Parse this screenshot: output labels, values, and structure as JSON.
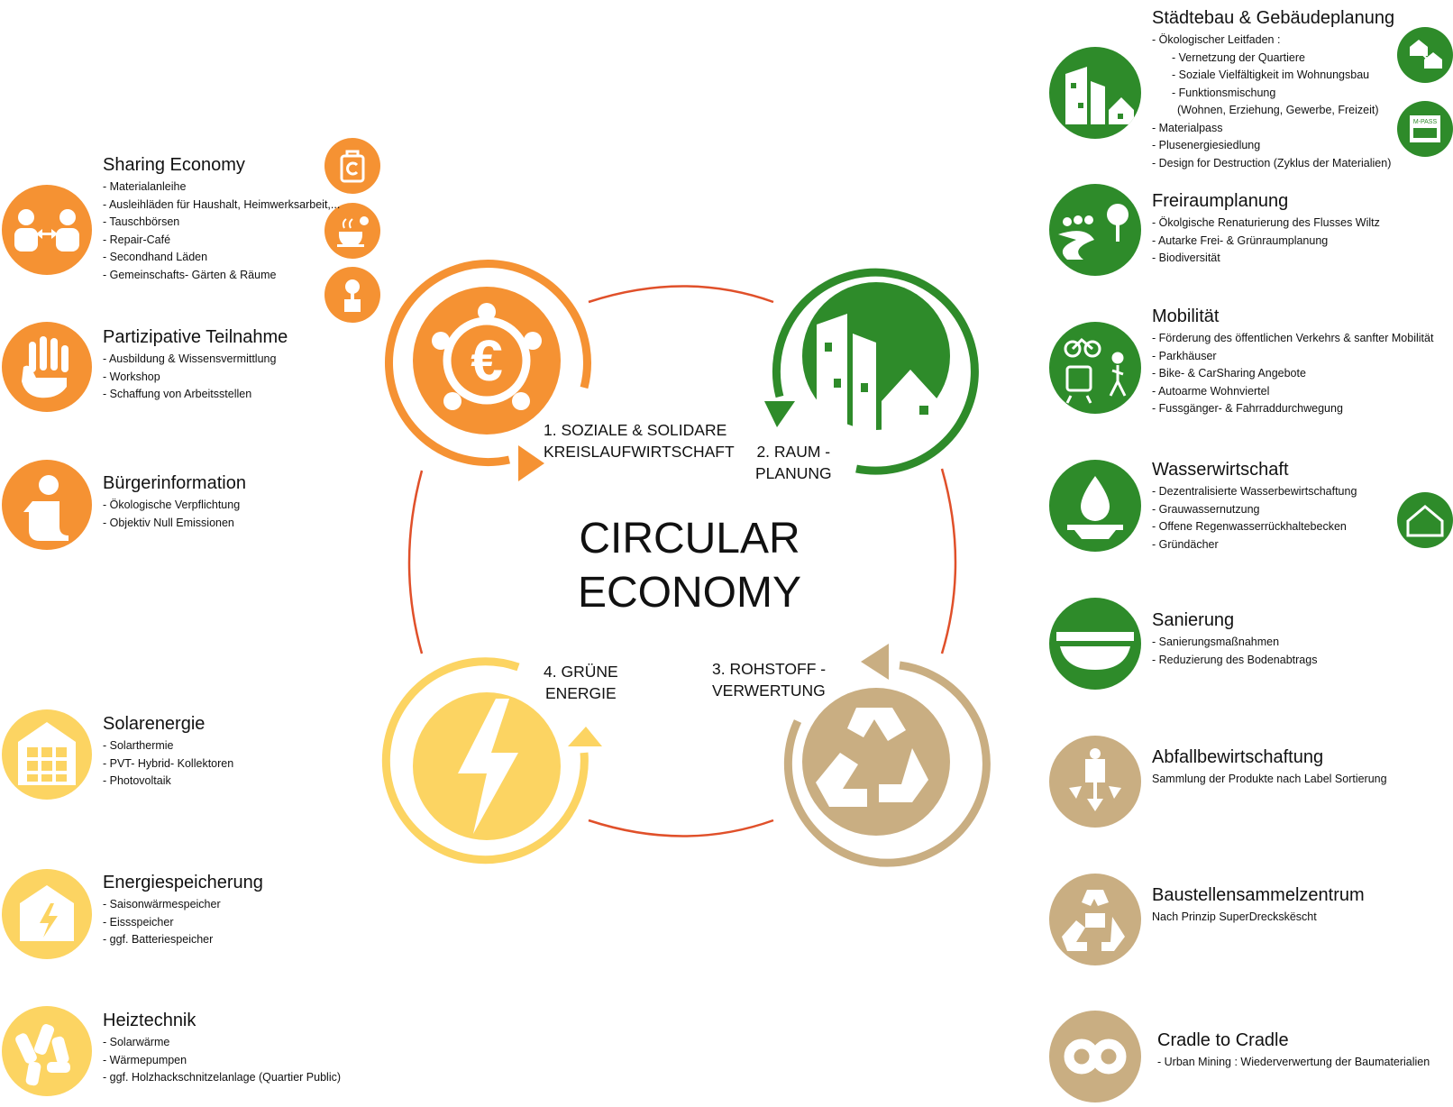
{
  "center": {
    "line1": "CIRCULAR",
    "line2": "ECONOMY"
  },
  "colors": {
    "orange": "#f59233",
    "green": "#2e8b2a",
    "yellow": "#fcd462",
    "tan": "#c9ae82",
    "connector": "#e0502a"
  },
  "stages": {
    "s1": {
      "line1": "1. SOZIALE & SOLIDARE",
      "line2": "KREISLAUFWIRTSCHAFT",
      "icon": "euro-network-icon"
    },
    "s2": {
      "line1": "2. RAUM -",
      "line2": "PLANUNG",
      "icon": "buildings-icon"
    },
    "s3": {
      "line1": "3. ROHSTOFF -",
      "line2": "VERWERTUNG",
      "icon": "recycle-icon"
    },
    "s4": {
      "line1": "4. GRÜNE",
      "line2": "ENERGIE",
      "icon": "lightning-icon"
    }
  },
  "left": {
    "sharing": {
      "title": "Sharing Economy",
      "items": [
        "- Materialanleihe",
        "- Ausleihläden für Haushalt, Heimwerksarbeit,...",
        "- Tauschbörsen",
        "- Repair-Café",
        "- Secondhand Läden",
        "- Gemeinschafts- Gärten & Räume"
      ]
    },
    "partizipativ": {
      "title": "Partizipative Teilnahme",
      "items": [
        "- Ausbildung & Wissensvermittlung",
        "- Workshop",
        "- Schaffung von Arbeitsstellen"
      ]
    },
    "buerger": {
      "title": "Bürgerinformation",
      "items": [
        "- Ökologische Verpflichtung",
        "- Objektiv Null Emissionen"
      ]
    },
    "solar": {
      "title": "Solarenergie",
      "items": [
        "- Solarthermie",
        "- PVT- Hybrid- Kollektoren",
        "- Photovoltaik"
      ]
    },
    "speicher": {
      "title": "Energiespeicherung",
      "items": [
        "- Saisonwärmespeicher",
        "- Eissspeicher",
        "- ggf. Batteriespeicher"
      ]
    },
    "heiz": {
      "title": "Heiztechnik",
      "items": [
        "- Solarwärme",
        "- Wärmepumpen",
        "- ggf. Holzhackschnitzelanlage (Quartier Public)"
      ]
    }
  },
  "right": {
    "staedtebau": {
      "title": "Städtebau & Gebäudeplanung",
      "lead": "- Ökologischer Leitfaden :",
      "subs": [
        "- Vernetzung der Quartiere",
        "- Soziale Vielfältigkeit im Wohnungsbau",
        "- Funktionsmischung"
      ],
      "subsub": "(Wohnen, Erziehung, Gewerbe, Freizeit)",
      "items": [
        "- Materialpass",
        "- Plusenergiesiedlung",
        "- Design for Destruction (Zyklus der Materialien)"
      ],
      "badge": "M-PASS"
    },
    "freiraum": {
      "title": "Freiraumplanung",
      "items": [
        "- Ökolgische Renaturierung des Flusses Wiltz",
        "- Autarke Frei- & Grünraumplanung",
        "- Biodiversität"
      ]
    },
    "mobil": {
      "title": "Mobilität",
      "items": [
        "- Förderung des öffentlichen Verkehrs & sanfter Mobilität",
        "- Parkhäuser",
        "- Bike- & CarSharing Angebote",
        "- Autoarme Wohnviertel",
        "- Fussgänger- & Fahrraddurchwegung"
      ]
    },
    "wasser": {
      "title": "Wasserwirtschaft",
      "items": [
        "- Dezentralisierte Wasserbewirtschaftung",
        "- Grauwassernutzung",
        "- Offene Regenwasserrückhaltebecken",
        "- Gründächer"
      ]
    },
    "sanierung": {
      "title": "Sanierung",
      "items": [
        "- Sanierungsmaßnahmen",
        "- Reduzierung des Bodenabtrags"
      ]
    },
    "abfall": {
      "title": "Abfallbewirtschaftung",
      "items": [
        "Sammlung der Produkte nach Label Sortierung"
      ]
    },
    "bau": {
      "title": "Baustellensammelzentrum",
      "items": [
        "Nach Prinzip SuperDreckskëscht"
      ]
    },
    "cradle": {
      "title": "Cradle to Cradle",
      "items": [
        "-  Urban Mining : Wiederverwertung der Baumaterialien"
      ]
    }
  }
}
